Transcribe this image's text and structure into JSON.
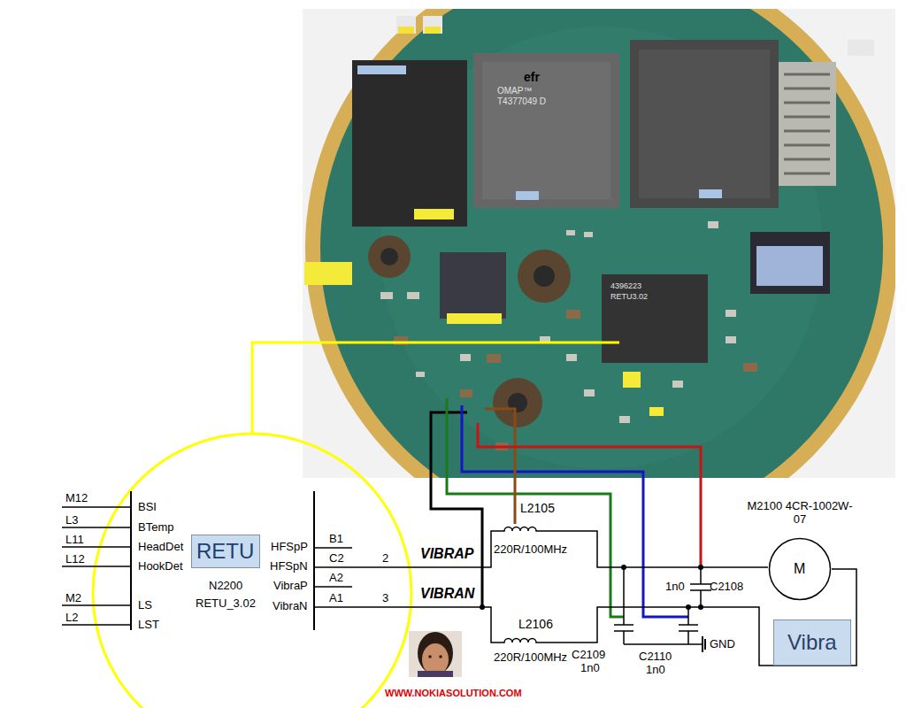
{
  "diagram": {
    "nodes": [
      {
        "text": [
          "RETU"
        ]
      },
      {
        "text": [
          "M2100 4CR-1002W-07",
          "M"
        ]
      },
      {
        "text": [
          "Vibra"
        ]
      }
    ],
    "labels": [
      "M12",
      "BSI",
      "L3",
      "BTemp",
      "L11",
      "HeadDet",
      "L12",
      "HookDet",
      "M2",
      "LS",
      "L2",
      "LST",
      "N2200",
      "RETU_3.02",
      "HFSpP",
      "HFSpN",
      "VibraP",
      "VibraN",
      "B1",
      "C2",
      "A2",
      "A1",
      "2",
      "3",
      "VIBRAP",
      "VIBRAN",
      "L2105",
      "220R/100MHz",
      "L2106",
      "220R/100MHz",
      "1n0",
      "C2108",
      "C2109",
      "1n0",
      "C2110",
      "1n0",
      "GND",
      "WWW.NOKIASOLUTION.COM",
      "efr",
      "OMAP™",
      "T4377049 D",
      "4396223",
      "RETU3.02"
    ]
  }
}
